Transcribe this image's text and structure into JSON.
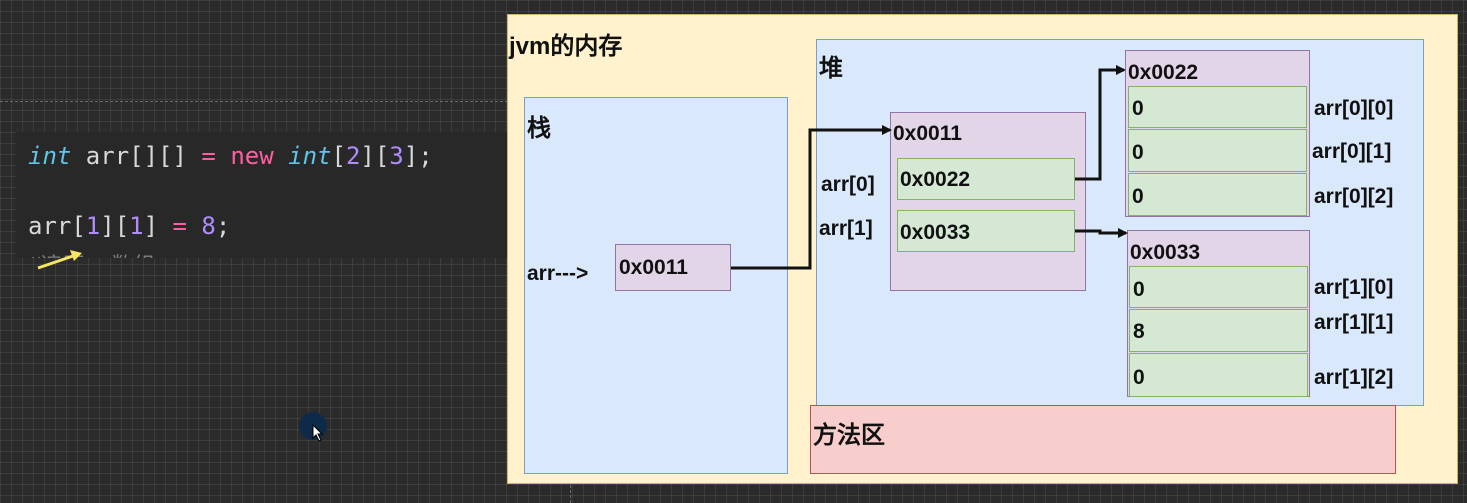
{
  "code": {
    "line1": {
      "kw_int": "int",
      "decl": " arr[][] ",
      "eq": "=",
      "sp": " ",
      "kw_new": "new",
      "sp2": " ",
      "kw_int2": "int",
      "b1": "[",
      "n1": "2",
      "b2": "][",
      "n2": "3",
      "b3": "];"
    },
    "line2": {
      "var": "arr[",
      "n1": "1",
      "mid": "][",
      "n2": "1",
      "end": "] ",
      "eq": "=",
      "sp": " ",
      "val": "8",
      "semi": ";"
    },
    "line3_partial": "//遍历arr数组"
  },
  "diagram": {
    "jvm_title": "jvm的内存",
    "stack_label": "栈",
    "heap_label": "堆",
    "method_label": "方法区",
    "arr_label": "arr--->",
    "arr_ref": "0x0011",
    "outer": {
      "address": "0x0011",
      "rows": [
        {
          "label": "arr[0]",
          "value": "0x0022"
        },
        {
          "label": "arr[1]",
          "value": "0x0033"
        }
      ]
    },
    "inner_0": {
      "address": "0x0022",
      "rows": [
        {
          "label": "arr[0][0]",
          "value": "0"
        },
        {
          "label": "arr[0][1]",
          "value": "0"
        },
        {
          "label": "arr[0][2]",
          "value": "0"
        }
      ]
    },
    "inner_1": {
      "address": "0x0033",
      "rows": [
        {
          "label": "arr[1][0]",
          "value": "0"
        },
        {
          "label": "arr[1][1]",
          "value": "8"
        },
        {
          "label": "arr[1][2]",
          "value": "0"
        }
      ]
    }
  },
  "colors": {
    "jvm_bg": "#fff2cc",
    "area_bg": "#dae8fc",
    "method_bg": "#f8cecc",
    "object_bg": "#e1d5e7",
    "cell_bg": "#d5e8d4"
  }
}
